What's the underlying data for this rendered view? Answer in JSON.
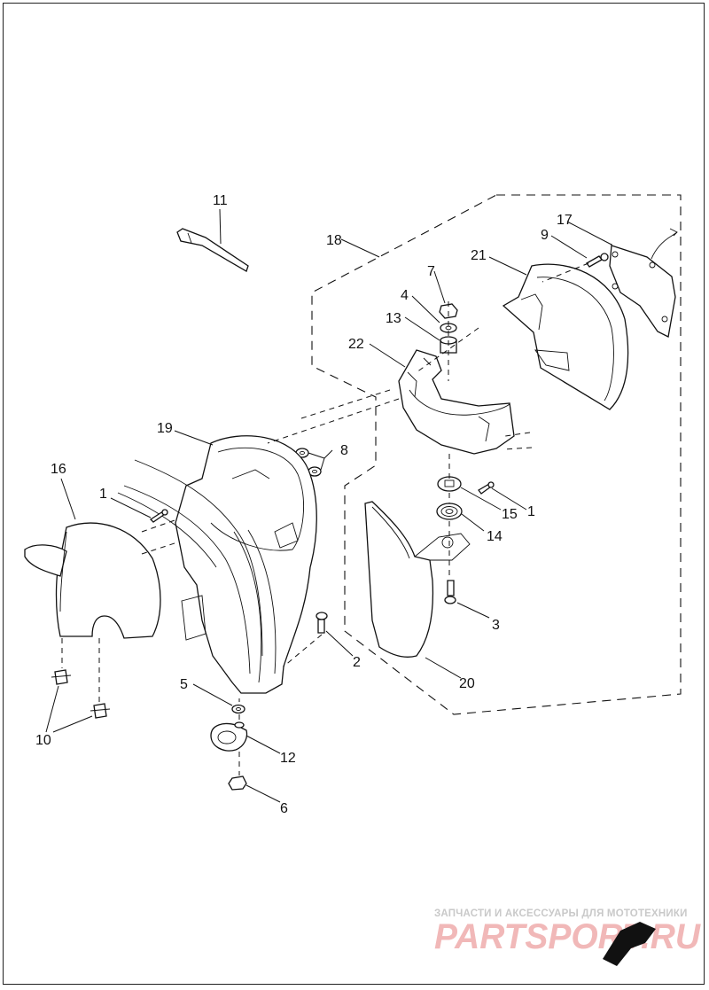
{
  "callouts": {
    "c1a": "1",
    "c1b": "1",
    "c2": "2",
    "c3": "3",
    "c4": "4",
    "c5": "5",
    "c6": "6",
    "c7": "7",
    "c8": "8",
    "c9": "9",
    "c10": "10",
    "c11": "11",
    "c12": "12",
    "c13": "13",
    "c14": "14",
    "c15": "15",
    "c16": "16",
    "c17": "17",
    "c18": "18",
    "c19": "19",
    "c20": "20",
    "c21": "21",
    "c22": "22"
  },
  "watermark": {
    "tagline": "ЗАПЧАСТИ И АКСЕССУАРЫ ДЛЯ МОТОТЕХНИКИ",
    "logo": "PARTSPORT.RU"
  },
  "colors": {
    "line": "#111111",
    "watermark_text": "#c9c9c9",
    "watermark_logo": "#f1b8b8"
  }
}
